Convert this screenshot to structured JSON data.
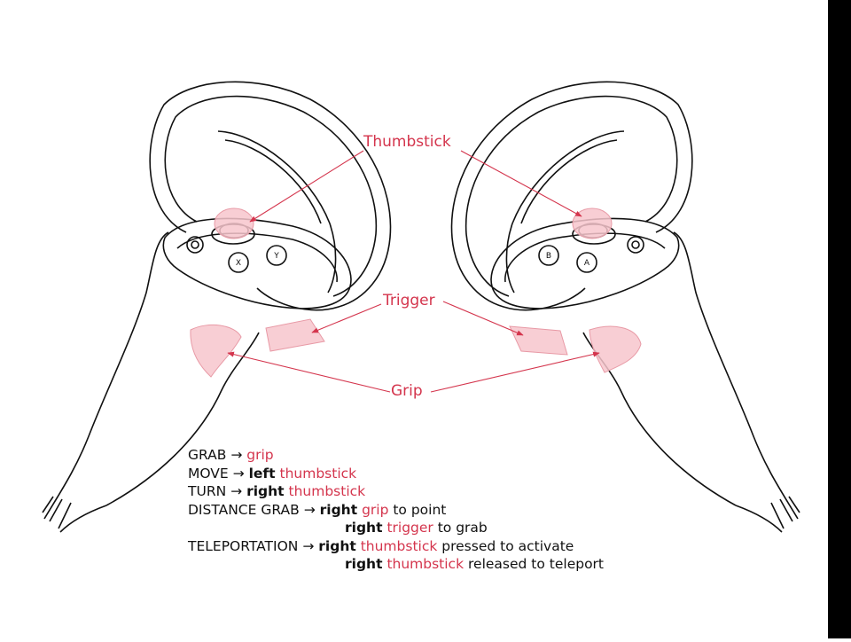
{
  "callouts": {
    "thumbstick": "Thumbstick",
    "trigger": "Trigger",
    "grip": "Grip"
  },
  "buttons": {
    "x": "X",
    "y": "Y",
    "a": "A",
    "b": "B"
  },
  "legend": {
    "arrow": "→",
    "grab": {
      "label": "GRAB",
      "control": "grip"
    },
    "move": {
      "label": "MOVE",
      "side": "left",
      "control": "thumbstick"
    },
    "turn": {
      "label": "TURN",
      "side": "right",
      "control": "thumbstick"
    },
    "distance_grab": {
      "label": "DISTANCE GRAB",
      "line1": {
        "side": "right",
        "control": "grip",
        "action": "to point"
      },
      "line2": {
        "side": "right",
        "control": "trigger",
        "action": "to grab"
      }
    },
    "teleportation": {
      "label": "TELEPORTATION",
      "line1": {
        "side": "right",
        "control": "thumbstick",
        "action": "pressed to activate"
      },
      "line2": {
        "side": "right",
        "control": "thumbstick",
        "action": "released to teleport"
      }
    }
  },
  "colors": {
    "highlight": "#d4354d",
    "highlight_fill": "#f7c6cc",
    "outline": "#111111",
    "frame": "#000000"
  }
}
